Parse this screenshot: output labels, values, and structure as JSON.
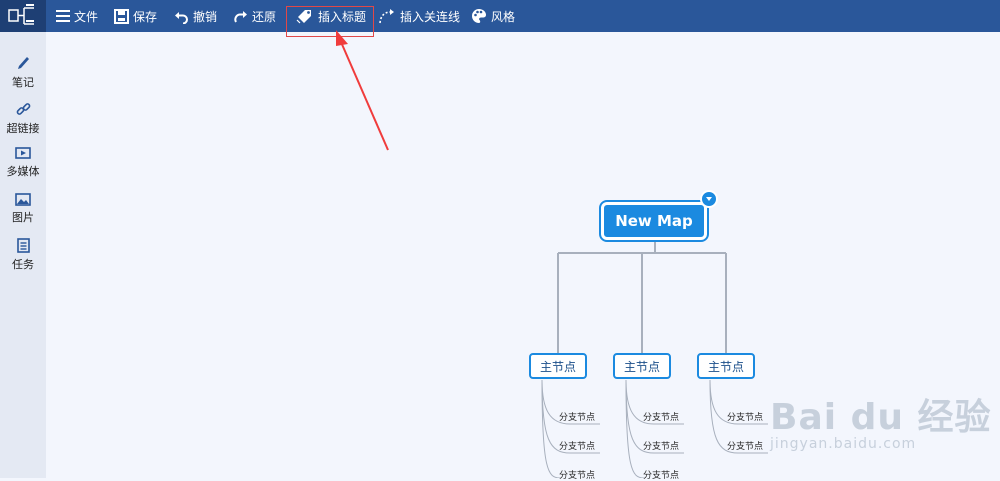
{
  "toolbar": {
    "file": "文件",
    "save": "保存",
    "undo": "撤销",
    "redo": "还原",
    "insert_topic": "插入标题",
    "insert_relation": "插入关连线",
    "style": "风格"
  },
  "sidebar": {
    "items": [
      {
        "label": "笔记",
        "icon": "pencil-icon"
      },
      {
        "label": "超链接",
        "icon": "link-icon"
      },
      {
        "label": "多媒体",
        "icon": "media-icon"
      },
      {
        "label": "图片",
        "icon": "image-icon"
      },
      {
        "label": "任务",
        "icon": "task-icon"
      }
    ]
  },
  "map": {
    "root": "New Map",
    "main_nodes": [
      "主节点",
      "主节点",
      "主节点"
    ],
    "branch_label": "分支节点"
  },
  "watermark": {
    "logo": "Bai du 经验",
    "url": "jingyan.baidu.com"
  },
  "colors": {
    "toolbar": "#2a579a",
    "accent": "#1b8ae0",
    "highlight": "#e04848",
    "canvas": "#f3f6fd",
    "sidebar": "#e4e9f3"
  }
}
